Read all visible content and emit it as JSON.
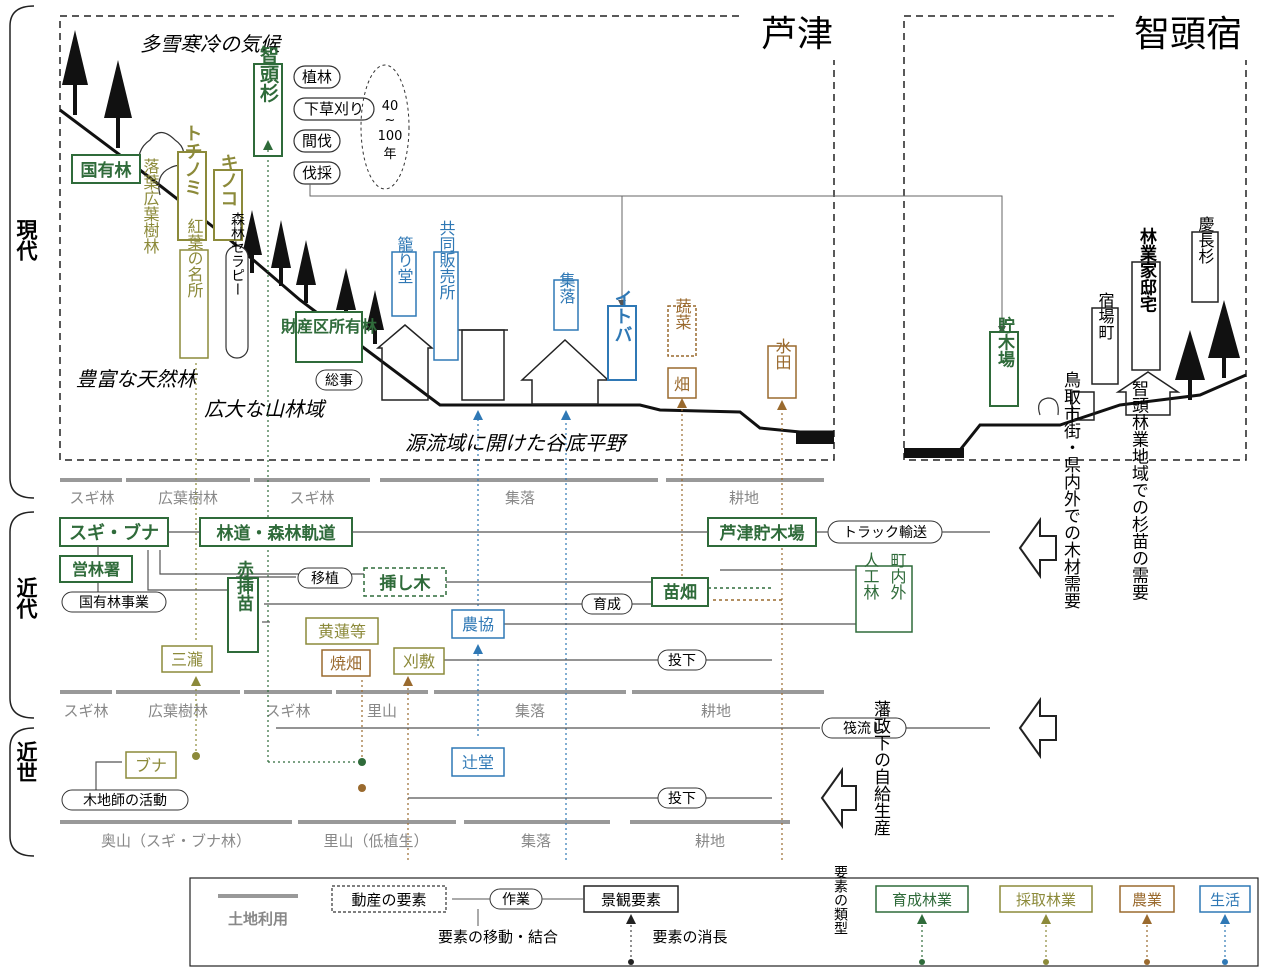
{
  "colors": {
    "green": "#2f6b3a",
    "olive": "#8c8a3a",
    "brown": "#9a6a2e",
    "blue": "#2f78b5",
    "gray": "#888888",
    "black": "#222222"
  },
  "regions": {
    "ashizu": "芦津",
    "chizu": "智頭宿"
  },
  "eras": {
    "modern": "現代",
    "kindai": "近代",
    "kinsei": "近世"
  },
  "present": {
    "climate": "多雪寒冷の気候",
    "natural_forest": "豊富な天然林",
    "mountain_area": "広大な山林域",
    "valley": "源流域に開けた谷底平野",
    "chizu_sugi": "智頭杉",
    "cycle": [
      "植林",
      "下草刈り",
      "間伐",
      "伐採"
    ],
    "years_a": "40",
    "years_tilde": "~",
    "years_b": "100",
    "years_unit": "年",
    "kokuyurin": "国有林",
    "tochinomi": "トチノミ",
    "kinoko": "キノコ",
    "rakuyo": "落葉広葉樹林",
    "koyo": "紅葉の名所",
    "therapy": "森林セラピー",
    "zaisanku": "財産区所有林",
    "soji": "総事",
    "komorido": "籠り堂",
    "kyodo": "共同販売所",
    "shuraku": "集落",
    "itoba": "イトバ",
    "yasai": "蔬菜",
    "hatake": "畑",
    "suiden": "水田",
    "chobokuba": "貯木場",
    "shukuba": "宿場町",
    "ringyoka": "林業家邸宅",
    "keicho": "慶長杉"
  },
  "landuse_present": [
    "スギ林",
    "広葉樹林",
    "スギ林",
    "集落",
    "耕地"
  ],
  "kindai": {
    "sugi_buna": "スギ・ブナ",
    "rindo": "林道・森林軌道",
    "ashizu_choboku": "芦津貯木場",
    "truck": "トラック輸送",
    "eirinsho": "営林署",
    "kokuyu_jigyo": "国有林事業",
    "ishoku": "移植",
    "sashiki": "挿し木",
    "naebata": "苗畑",
    "ikusei": "育成",
    "machi_jinko": [
      "人工林",
      "町内外"
    ],
    "sashinae": "赤挿苗",
    "nokyo": "農協",
    "oren": "黄蓮等",
    "yakihata": "焼畑",
    "karishiki": "刈敷",
    "touka": "投下",
    "mitaki": "三瀧"
  },
  "landuse_kindai": [
    "スギ林",
    "広葉樹林",
    "スギ林",
    "里山",
    "集落",
    "耕地"
  ],
  "kinsei": {
    "ikada": "筏流し",
    "tsujido": "辻堂",
    "buna": "ブナ",
    "kijishi": "木地師の活動",
    "touka": "投下"
  },
  "landuse_kinsei": [
    "奥山（スギ・ブナ林）",
    "里山（低植生）",
    "集落",
    "耕地"
  ],
  "demand": {
    "seedling": "智頭林業地域での杉苗の需要",
    "timber": "鳥取市街・県内外での木材需要",
    "self": "藩政下の自給生産"
  },
  "legend": {
    "landuse": "土地利用",
    "movable": "動産の要素",
    "work": "作業",
    "landscape": "景観要素",
    "move": "要素の移動・結合",
    "rise": "要素の消長",
    "types": "要素の類型",
    "ikusei": "育成林業",
    "saishu": "採取林業",
    "nogyo": "農業",
    "seikatsu": "生活"
  }
}
